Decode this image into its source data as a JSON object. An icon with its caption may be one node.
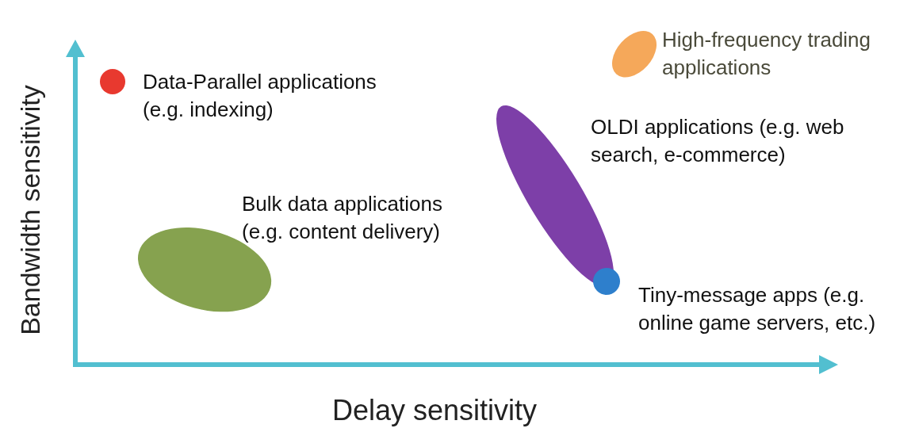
{
  "diagram": {
    "nodes": [
      {
        "text": [],
        "shape": "circle",
        "beside": [
          "Data-Parallel applications (e.g. indexing)"
        ]
      },
      {
        "text": [],
        "shape": "ellipse",
        "beside": [
          "High-frequency trading applications"
        ]
      },
      {
        "text": [],
        "shape": "ellipse",
        "beside": [
          "OLDI applications (e.g. web search, e-commerce)"
        ]
      },
      {
        "text": [],
        "shape": "ellipse",
        "beside": [
          "Bulk data applications (e.g. content delivery)"
        ]
      },
      {
        "text": [],
        "shape": "circle",
        "beside": [
          "Tiny-message apps (e.g. online game servers, etc.)"
        ]
      }
    ],
    "labels": [
      "Bandwidth sensitivity",
      "Delay sensitivity"
    ]
  }
}
